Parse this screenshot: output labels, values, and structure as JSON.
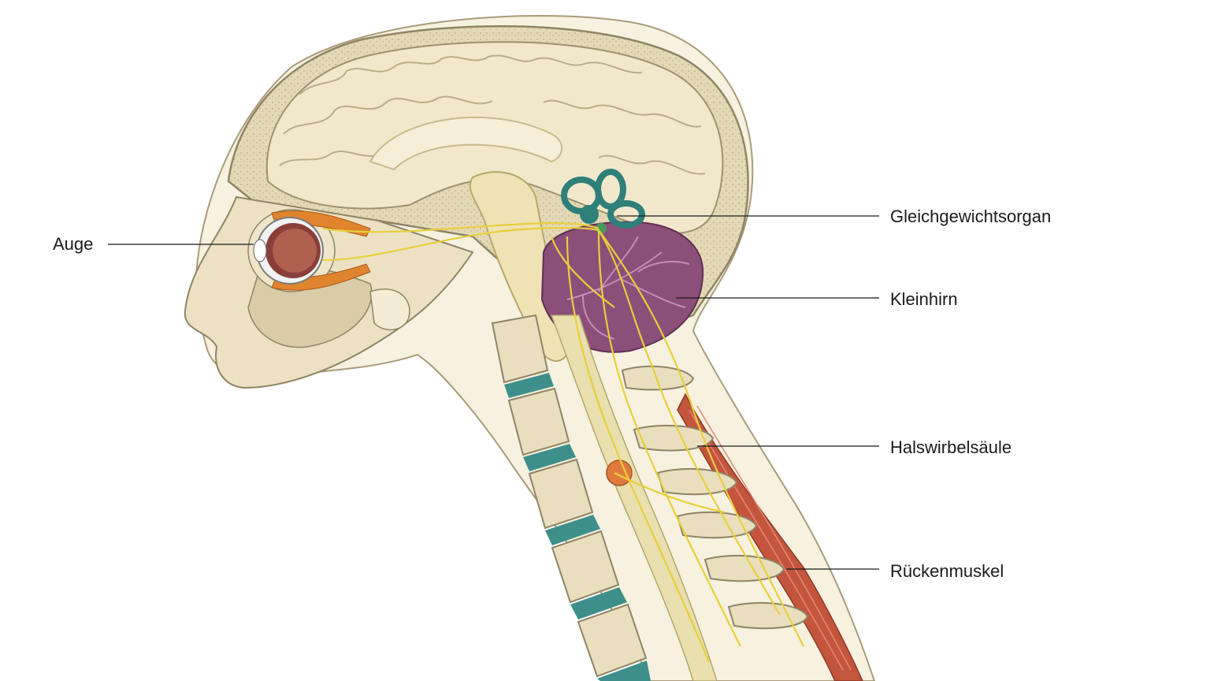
{
  "labels": {
    "auge": "Auge",
    "gleichgewichtsorgan": "Gleichgewichtsorgan",
    "kleinhirn": "Kleinhirn",
    "halswirbelsaeule": "Halswirbelsäule",
    "rueckenmuskel": "Rückenmuskel"
  },
  "colors": {
    "bone": "#e9dfbf",
    "bone_outline": "#8f8466",
    "brain": "#f1e8cc",
    "cerebellum": "#8b4f7a",
    "vestibular": "#2f7f7a",
    "nerve": "#e8cf3a",
    "disc": "#3e8f8c",
    "muscle": "#c4553d",
    "eye_iris": "#8a3e3a",
    "eye_muscle": "#e0842e",
    "leader_line": "#1a1a1a"
  }
}
